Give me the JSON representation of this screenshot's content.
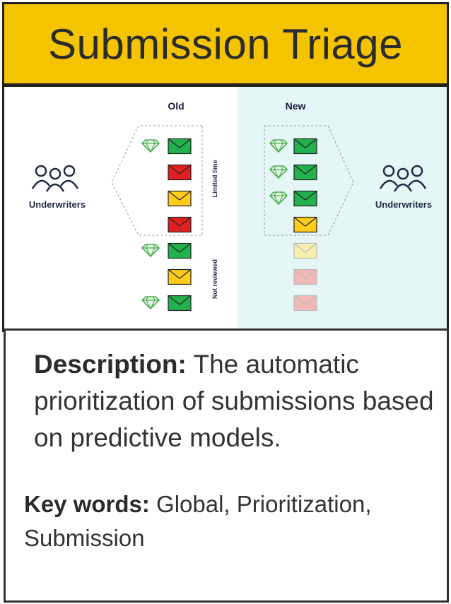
{
  "title": "Submission Triage",
  "diagram": {
    "old_header": "Old",
    "new_header": "New",
    "left_group_label": "Underwriters",
    "right_group_label": "Underwriters",
    "limited_time_label": "Limited time",
    "not_reviewed_label": "Not reviewed",
    "colors": {
      "green": "#22b14c",
      "red": "#e02020",
      "yellow": "#ffcc1a",
      "pale_yellow": "#f7efb0",
      "pale_red": "#f2b8b8",
      "gem": "#4caf50",
      "new_panel_bg": "#e4f6f5"
    },
    "old_column": [
      {
        "color": "green",
        "gem": true
      },
      {
        "color": "red",
        "gem": false
      },
      {
        "color": "yellow",
        "gem": false
      },
      {
        "color": "red",
        "gem": false
      },
      {
        "color": "green",
        "gem": true
      },
      {
        "color": "yellow",
        "gem": false
      },
      {
        "color": "green",
        "gem": true
      }
    ],
    "new_column": [
      {
        "color": "green",
        "gem": true
      },
      {
        "color": "green",
        "gem": true
      },
      {
        "color": "green",
        "gem": true
      },
      {
        "color": "yellow",
        "gem": false
      },
      {
        "color": "pale_yellow",
        "gem": false
      },
      {
        "color": "pale_red",
        "gem": false
      },
      {
        "color": "pale_red",
        "gem": false
      }
    ]
  },
  "description": {
    "label": "Description:",
    "text": " The automatic prioritization of submissions based on predictive models."
  },
  "keywords": {
    "label": "Key words:",
    "text": " Global, Prioritization, Submission"
  }
}
